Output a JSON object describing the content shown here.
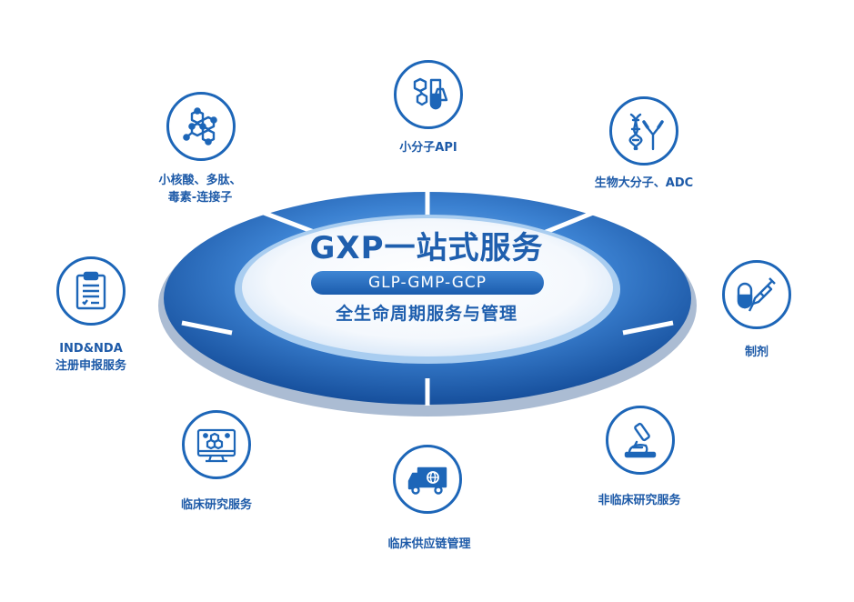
{
  "center": {
    "title": "GXP一站式服务",
    "pill": "GLP-GMP-GCP",
    "subtitle": "全生命周期服务与管理"
  },
  "services": [
    {
      "label": "小分子API",
      "icon": "molecule-flask-icon"
    },
    {
      "label": "生物大分子、ADC",
      "icon": "dna-antibody-icon"
    },
    {
      "label": "制剂",
      "icon": "capsule-syringe-icon"
    },
    {
      "label": "非临床研究服务",
      "icon": "microscope-icon"
    },
    {
      "label": "临床供应链管理",
      "icon": "delivery-truck-icon"
    },
    {
      "label": "临床研究服务",
      "icon": "monitor-molecule-icon"
    },
    {
      "line1": "IND&NDA",
      "line2": "注册申报服务",
      "icon": "clipboard-icon"
    },
    {
      "line1": "小核酸、多肽、",
      "line2": "毒素-连接子",
      "icon": "hexagon-network-icon"
    }
  ],
  "colors": {
    "primary": "#1d66b8",
    "text": "#1d5aa8",
    "ring_dark": "#1a56a6",
    "ring_light": "#5b9ee4"
  }
}
